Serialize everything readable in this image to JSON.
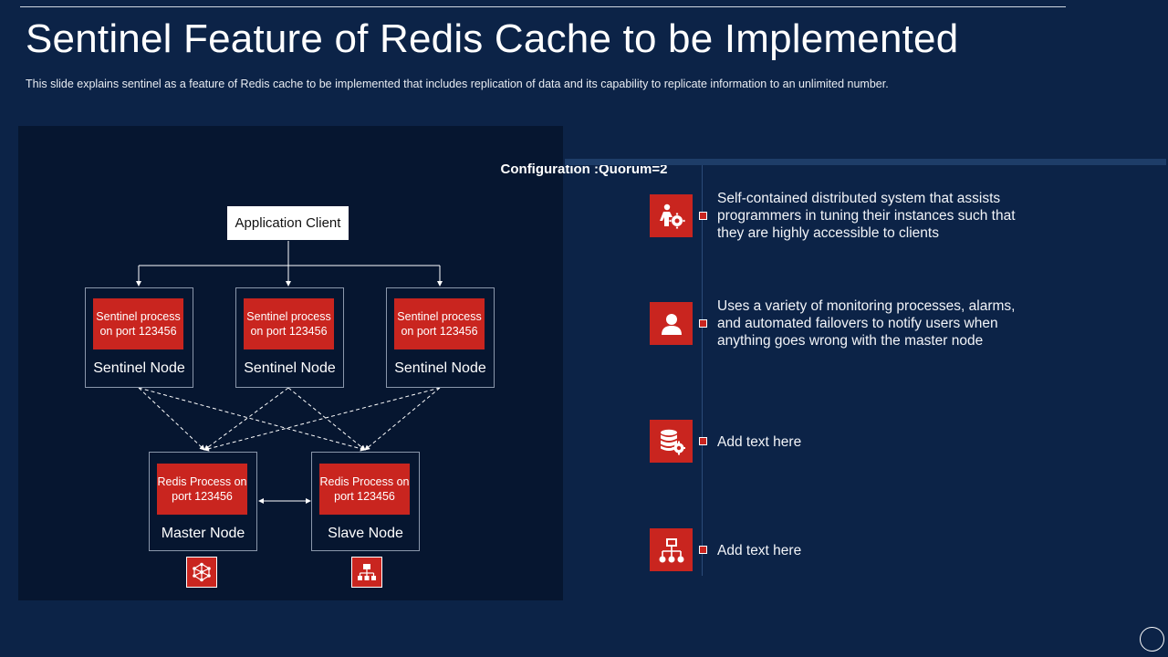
{
  "slide": {
    "title": "Sentinel Feature of Redis Cache to be Implemented",
    "subtitle": "This slide explains sentinel as a feature of Redis cache to be implemented that includes replication of data and its capability to replicate information to an unlimited number."
  },
  "diagram": {
    "config_title": "Configuration :Quorum=2",
    "app_client": "Application Client",
    "sentinel_nodes": [
      {
        "process": "Sentinel process on port 123456",
        "label": "Sentinel Node"
      },
      {
        "process": "Sentinel process on port 123456",
        "label": "Sentinel Node"
      },
      {
        "process": "Sentinel process on port 123456",
        "label": "Sentinel Node"
      }
    ],
    "redis_nodes": [
      {
        "process": "Redis Process on port 123456",
        "label": "Master Node",
        "icon": "network-star-icon"
      },
      {
        "process": "Redis Process on port 123456",
        "label": "Slave Node",
        "icon": "hierarchy-icon"
      }
    ]
  },
  "features": [
    {
      "icon": "person-gear-icon",
      "text": "Self-contained distributed system that assists programmers in tuning their instances such that they are highly accessible to clients"
    },
    {
      "icon": "user-icon",
      "text": "Uses a variety of monitoring processes, alarms, and automated failovers to notify users when anything goes wrong with the master node"
    },
    {
      "icon": "database-gear-icon",
      "text": "Add text here"
    },
    {
      "icon": "network-icon",
      "text": "Add text here"
    }
  ],
  "colors": {
    "background": "#0c2347",
    "panel": "#061630",
    "accent_red": "#c9251f"
  }
}
